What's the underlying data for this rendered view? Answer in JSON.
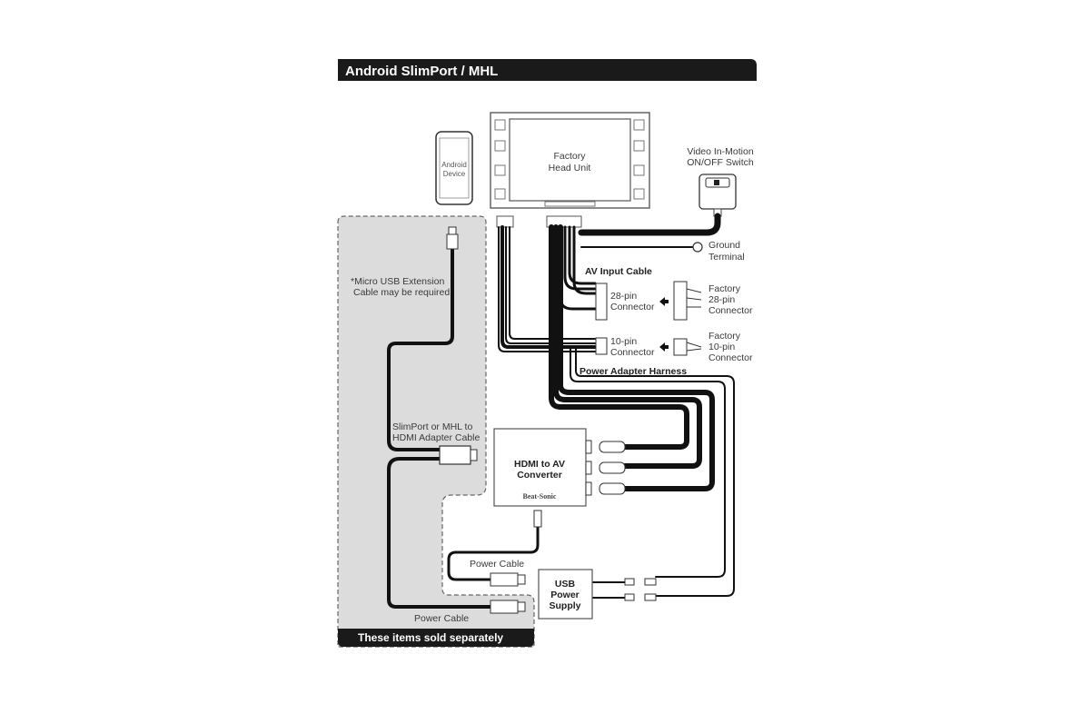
{
  "title": "Android SlimPort / MHL",
  "footer": "These items sold separately",
  "labels": {
    "head_unit": [
      "Factory",
      "Head Unit"
    ],
    "android_device": [
      "Android",
      "Device"
    ],
    "switch": [
      "Video In-Motion",
      "ON/OFF Switch"
    ],
    "ground": [
      "Ground",
      "Terminal"
    ],
    "av_input_cable": "AV Input Cable",
    "pin28": [
      "28-pin",
      "Connector"
    ],
    "factory28": [
      "Factory",
      "28-pin",
      "Connector"
    ],
    "pin10": [
      "10-pin",
      "Connector"
    ],
    "factory10": [
      "Factory",
      "10-pin",
      "Connector"
    ],
    "power_harness": "Power Adapter Harness",
    "micro_usb_note": [
      "*Micro USB Extension",
      "Cable may be required"
    ],
    "slimport_cable": [
      "SlimPort or MHL to",
      "HDMI Adapter Cable"
    ],
    "converter": [
      "HDMI to AV",
      "Converter"
    ],
    "brand": "Beat-Sonic",
    "power_cable_1": "Power Cable",
    "power_cable_2": "Power Cable",
    "usb_supply": [
      "USB",
      "Power",
      "Supply"
    ]
  },
  "colors": {
    "header_bg": "#1a1a1a",
    "sold_separately_bg": "#dcdcdc",
    "cable": "#111111"
  }
}
